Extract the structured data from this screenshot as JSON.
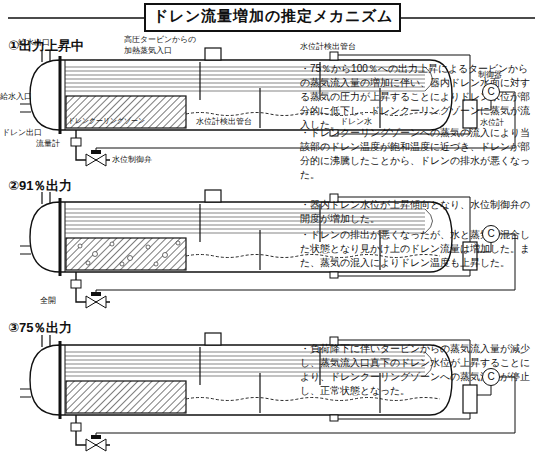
{
  "diagram": {
    "title": "ドレン流量増加の推定メカニズム",
    "nodes": [
      {
        "text": [
          "C"
        ]
      },
      {
        "text": [
          "C"
        ]
      },
      {
        "text": [
          "C"
        ]
      }
    ],
    "labels": [
      "①出力上昇中",
      "給水出口",
      "高圧タービンからの 加熱蒸気入口",
      "水位計検出管台",
      "制御器",
      "給水入口",
      "ドレンクーリングゾーン",
      "水位計検出管台",
      "ドレン水",
      "ドレン出口",
      "流量計",
      "水位計",
      "水位制御弁",
      "・75％から100％への出力上昇によるタービンからの蒸気流入量の増加に伴い、器内ドレン水面に対する蒸気の圧力が上昇することによりドレン水位が部分的に低下し、ドレンクーリングゾーンに蒸気が流入した。",
      "・ドレンクーリングゾーンへの蒸気の流入により当該部のドレン温度が飽和温度に近づき、ドレンが部分的に沸騰したことから、ドレンの排水が悪くなった。",
      "②91％出力",
      "全開",
      "・器内ドレン水位が上昇傾向となり、水位制御弁の開度が増加した。",
      "・ドレンの排出が悪くなったが、水と蒸気が混合した状態となり見かけ上のドレン流量は増加した。また、蒸気の混入によりドレン温度も上昇した。",
      "③75％出力",
      "・負荷降下に伴いタービンからの蒸気流入量が減少し、蒸気流入口真下のドレン水位が上昇することにより、ドレンクーリングゾーンへの蒸気流入が停止し、正常状態となった。"
    ]
  }
}
